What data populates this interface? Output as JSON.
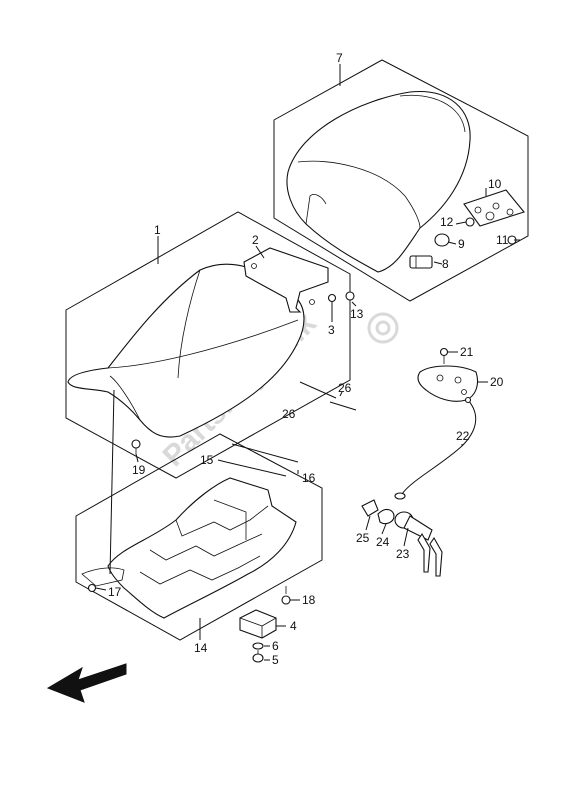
{
  "diagram": {
    "watermark": "PartsRepublik",
    "callouts": {
      "c1": "1",
      "c2": "2",
      "c3": "3",
      "c4": "4",
      "c5": "5",
      "c6": "6",
      "c7": "7",
      "c8": "8",
      "c9": "9",
      "c10": "10",
      "c11": "11",
      "c12": "12",
      "c13": "13",
      "c14": "14",
      "c15": "15",
      "c16": "16",
      "c17": "17",
      "c18": "18",
      "c19": "19",
      "c20": "20",
      "c21": "21",
      "c22": "22",
      "c23": "23",
      "c24": "24",
      "c25": "25",
      "c26a": "26",
      "c26b": "26"
    },
    "icons": {
      "direction": "front-direction-arrow-icon"
    },
    "colors": {
      "line": "#111111",
      "background": "#ffffff",
      "watermark": "#d9d9d9"
    }
  }
}
